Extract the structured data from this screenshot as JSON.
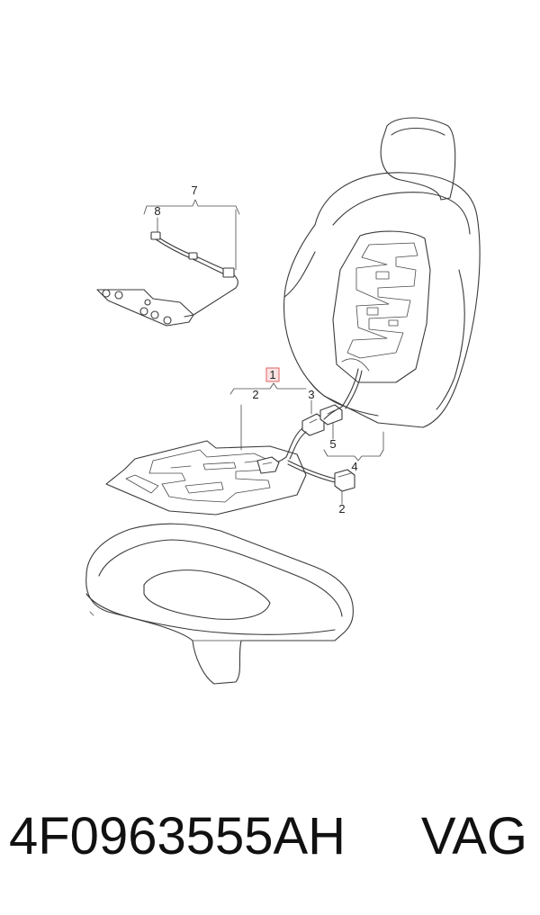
{
  "diagram": {
    "callouts": {
      "c1": "1",
      "c2a": "2",
      "c2b": "2",
      "c3": "3",
      "c4": "4",
      "c5": "5",
      "c7": "7",
      "c8": "8"
    },
    "highlight_color": "#e06060"
  },
  "caption": {
    "part_number": "4F0963555AH",
    "brand": "VAG"
  }
}
